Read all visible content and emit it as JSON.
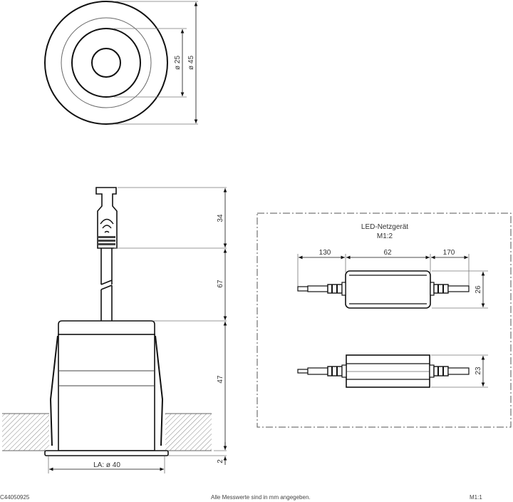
{
  "top_view": {
    "dim_inner": "ø 25",
    "dim_outer": "ø 45"
  },
  "side_view": {
    "dim_plug": "34",
    "dim_cable": "67",
    "dim_body": "47",
    "dim_flange": "2",
    "dim_cutout": "LA: ø 40"
  },
  "power_supply": {
    "title": "LED-Netzgerät",
    "scale": "M1:2",
    "dim_left_cable": "130",
    "dim_body_length": "62",
    "dim_right_cable": "170",
    "dim_height_top": "26",
    "dim_height_front": "23"
  },
  "footer": {
    "article_number": "C44050925",
    "note": "Alle Messwerte sind in mm angegeben.",
    "scale": "M1:1"
  }
}
